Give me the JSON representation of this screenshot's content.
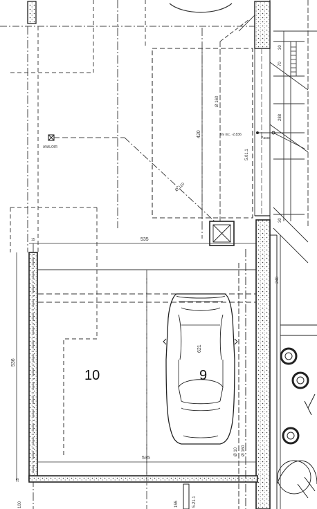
{
  "drawing": {
    "dimensions": {
      "d_420": "420",
      "d_535_top": "535",
      "d_535_bottom": "535",
      "d_536": "536",
      "d_621": "621",
      "d_240": "240",
      "d_288": "288",
      "d_30a": "30",
      "d_70": "70",
      "d_30b": "30",
      "d_15a": "15",
      "d_15b": "15",
      "d_15c": "15",
      "d_100": "100",
      "d_155": "155"
    },
    "annotations": {
      "diameter_160_top": "Ø 160",
      "diameter_110": "Ø 110",
      "diameter_160_bottom": "Ø 160",
      "diameter_10": "Ø 10",
      "level": "Nv inc. -2,836",
      "ref_top": "5.01.1",
      "ref_bottom": "5.21.1",
      "avaloir": "AVALOIR",
      "passe": "Passe"
    },
    "spaces": {
      "space_10": "10",
      "space_9": "9"
    }
  }
}
